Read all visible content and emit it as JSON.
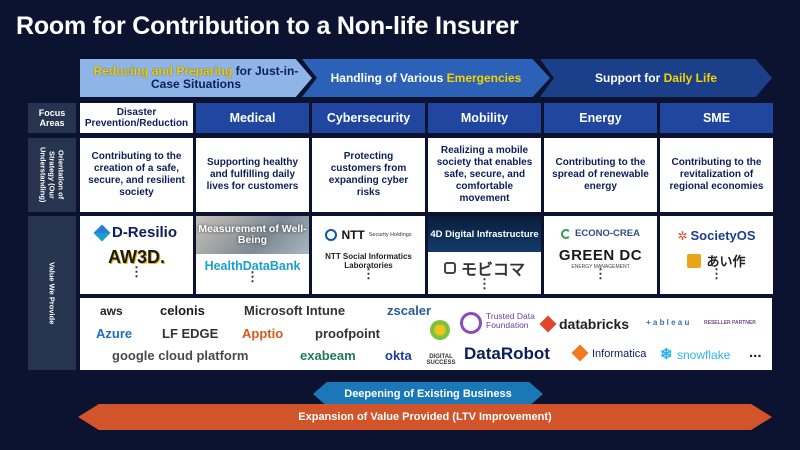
{
  "title": "Room for Contribution to a Non-life Insurer",
  "banner": {
    "left": {
      "highlight": "Reducing and Preparing",
      "rest": " for Just-in-Case Situations"
    },
    "middle": {
      "pre": "Handling of Various ",
      "highlight": "Emergencies"
    },
    "right": {
      "pre": "Support for ",
      "highlight": "Daily Life"
    }
  },
  "row_labels": {
    "focus": "Focus Areas",
    "orientation": "Orientation of Strategy (Our Understanding)",
    "value": "Value We Provide"
  },
  "columns": [
    {
      "focus": "Disaster Prevention/Reduction",
      "orientation": "Contributing to the creation of a safe, secure, and resilient society"
    },
    {
      "focus": "Medical",
      "orientation": "Supporting healthy and fulfilling daily lives for customers"
    },
    {
      "focus": "Cybersecurity",
      "orientation": "Protecting customers from expanding cyber risks"
    },
    {
      "focus": "Mobility",
      "orientation": "Realizing a mobile society that enables safe, secure, and comfortable movement"
    },
    {
      "focus": "Energy",
      "orientation": "Contributing to the spread of renewable energy"
    },
    {
      "focus": "SME",
      "orientation": "Contributing to the revitalization of regional economies"
    }
  ],
  "value_logos": {
    "disaster": [
      "D-Resilio",
      "AW3D."
    ],
    "medical": [
      "Measurement of Well-Being",
      "HealthDataBank"
    ],
    "cyber": [
      "NTT",
      "Security Holdings",
      "NTT Social Informatics Laboratories"
    ],
    "mobility": [
      "4D Digital Infrastructure",
      "モビコマ"
    ],
    "energy": [
      "ECONO-CREA",
      "GREEN DC",
      "ENERGY MANAGEMENT"
    ],
    "sme": [
      "SocietyOS",
      "あい作"
    ]
  },
  "ellipsis": "⋮",
  "vendors": {
    "aws": "aws",
    "celonis": "celonis",
    "intune": "Microsoft Intune",
    "zscaler": "zscaler",
    "azure": "Azure",
    "lfedge": "LF EDGE",
    "apptio": "Apptio",
    "proofpoint": "proofpoint",
    "gcp": "google cloud platform",
    "exabeam": "exabeam",
    "okta": "okta",
    "digital_success": "DIGITAL SUCCESS",
    "trusted": "Trusted Data Foundation",
    "datarobot": "DataRobot",
    "databricks": "databricks",
    "informatica": "Informatica",
    "tableau": "+ a b l e a u",
    "reseller": "RESELLER PARTNER",
    "snowflake": "snowflake",
    "more": "..."
  },
  "arrows": {
    "small": "Deepening of Existing Business",
    "big": "Expansion of Value Provided (LTV Improvement)"
  },
  "colors": {
    "navy_bg": "#0c1330",
    "header_blue": "#2146a0",
    "accent_yellow": "#f5d200",
    "orange_arrow": "#d2542a",
    "teal_arrow": "#1a78b8"
  }
}
